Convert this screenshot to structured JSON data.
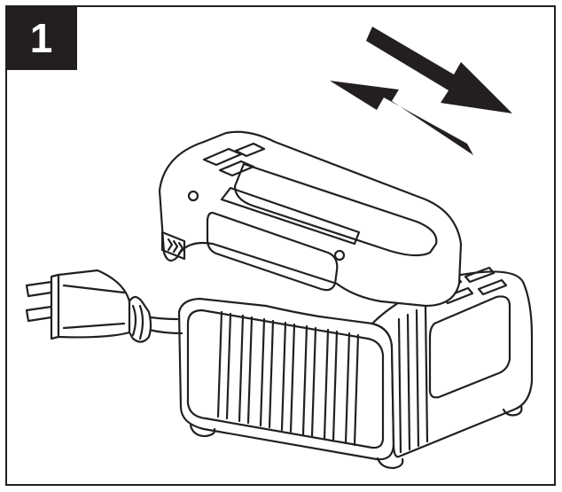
{
  "figure": {
    "step_number": "1",
    "description": "Battery pack being slid onto charger, with two-way arrows indicating insert/remove direction; plug and power cord attached to charger",
    "colors": {
      "ink": "#231f20",
      "background": "#ffffff",
      "badge_text": "#ffffff"
    },
    "elements": {
      "arrows": "bidirectional-slide-arrows",
      "battery": "battery-pack",
      "charger": "battery-charger",
      "plug": "two-prong-power-plug",
      "cord": "power-cord"
    }
  }
}
